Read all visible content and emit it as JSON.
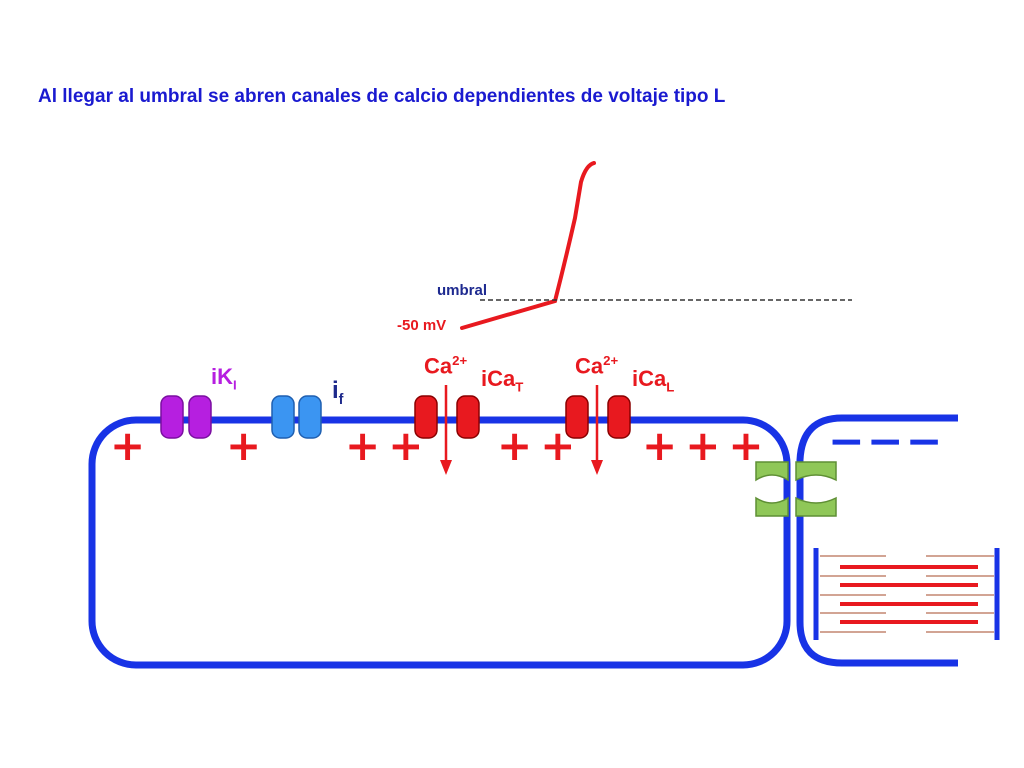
{
  "title": "Al llegar al umbral se abren canales de calcio dependientes de voltaje tipo L",
  "labels": {
    "umbral": "umbral",
    "minus50": "-50 mV",
    "ik_main": "iK",
    "ik_sub": "I",
    "if_main": "i",
    "if_sub": "f",
    "ca1_main": "Ca",
    "ca1_sup": "2+",
    "icat_main": "iCa",
    "icat_sub": "T",
    "ca2_main": "Ca",
    "ca2_sup": "2+",
    "ical_main": "iCa",
    "ical_sub": "L"
  },
  "charges": {
    "p1": "+",
    "p2": "+",
    "p3": "++",
    "p4": "++",
    "p5": "+++",
    "neg": "−−−"
  },
  "colors": {
    "membrane": "#1833e6",
    "ik_channel": "#b61fe0",
    "if_channel": "#3b95f2",
    "ca_channel": "#e8191f",
    "gap_junction": "#8fc758",
    "arrow": "#e8191f",
    "title": "#1a1ad0"
  },
  "icons": {
    "ik": "potassium-channel-icon",
    "if": "funny-channel-icon",
    "cat": "t-type-calcium-channel-icon",
    "cal": "l-type-calcium-channel-icon",
    "gap": "gap-junction-icon",
    "myofibrils": "sarcomere-icon"
  }
}
